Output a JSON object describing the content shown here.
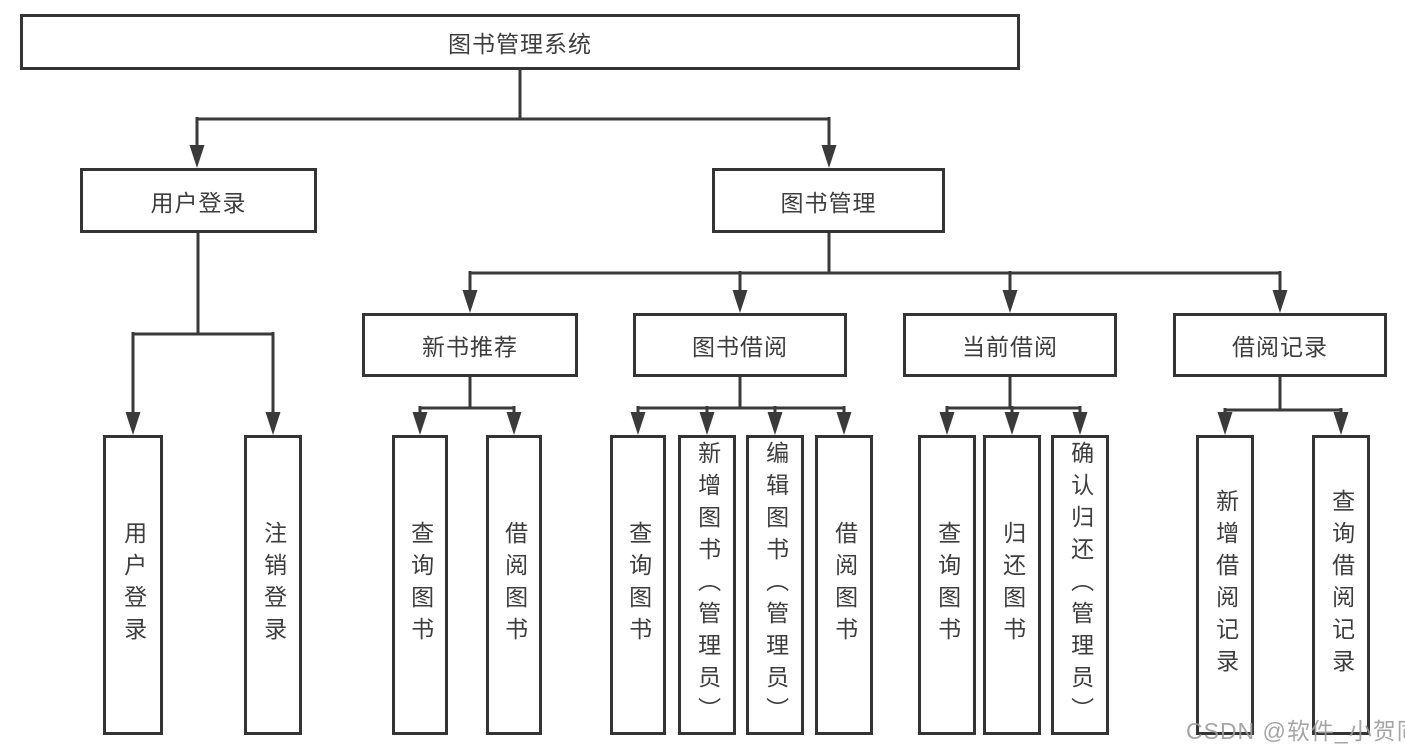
{
  "tree": {
    "label": "图书管理系统",
    "children": [
      {
        "label": "用户登录",
        "children": [
          {
            "label": "用户登录"
          },
          {
            "label": "注销登录"
          }
        ]
      },
      {
        "label": "图书管理",
        "children": [
          {
            "label": "新书推荐",
            "children": [
              {
                "label": "查询图书"
              },
              {
                "label": "借阅图书"
              }
            ]
          },
          {
            "label": "图书借阅",
            "children": [
              {
                "label": "查询图书"
              },
              {
                "label": "新增图书（管理员）"
              },
              {
                "label": "编辑图书（管理员）"
              },
              {
                "label": "借阅图书"
              }
            ]
          },
          {
            "label": "当前借阅",
            "children": [
              {
                "label": "查询图书"
              },
              {
                "label": "归还图书"
              },
              {
                "label": "确认归还（管理员）"
              }
            ]
          },
          {
            "label": "借阅记录",
            "children": [
              {
                "label": "新增借阅记录"
              },
              {
                "label": "查询借阅记录"
              }
            ]
          }
        ]
      }
    ]
  },
  "watermark": {
    "text": "CSDN @软件_小贺同学"
  },
  "colors": {
    "line": "#3a3a3a",
    "box_border": "#343434",
    "text": "#3d3d3d",
    "watermark": "#9c9c9c",
    "background": "#ffffff"
  }
}
